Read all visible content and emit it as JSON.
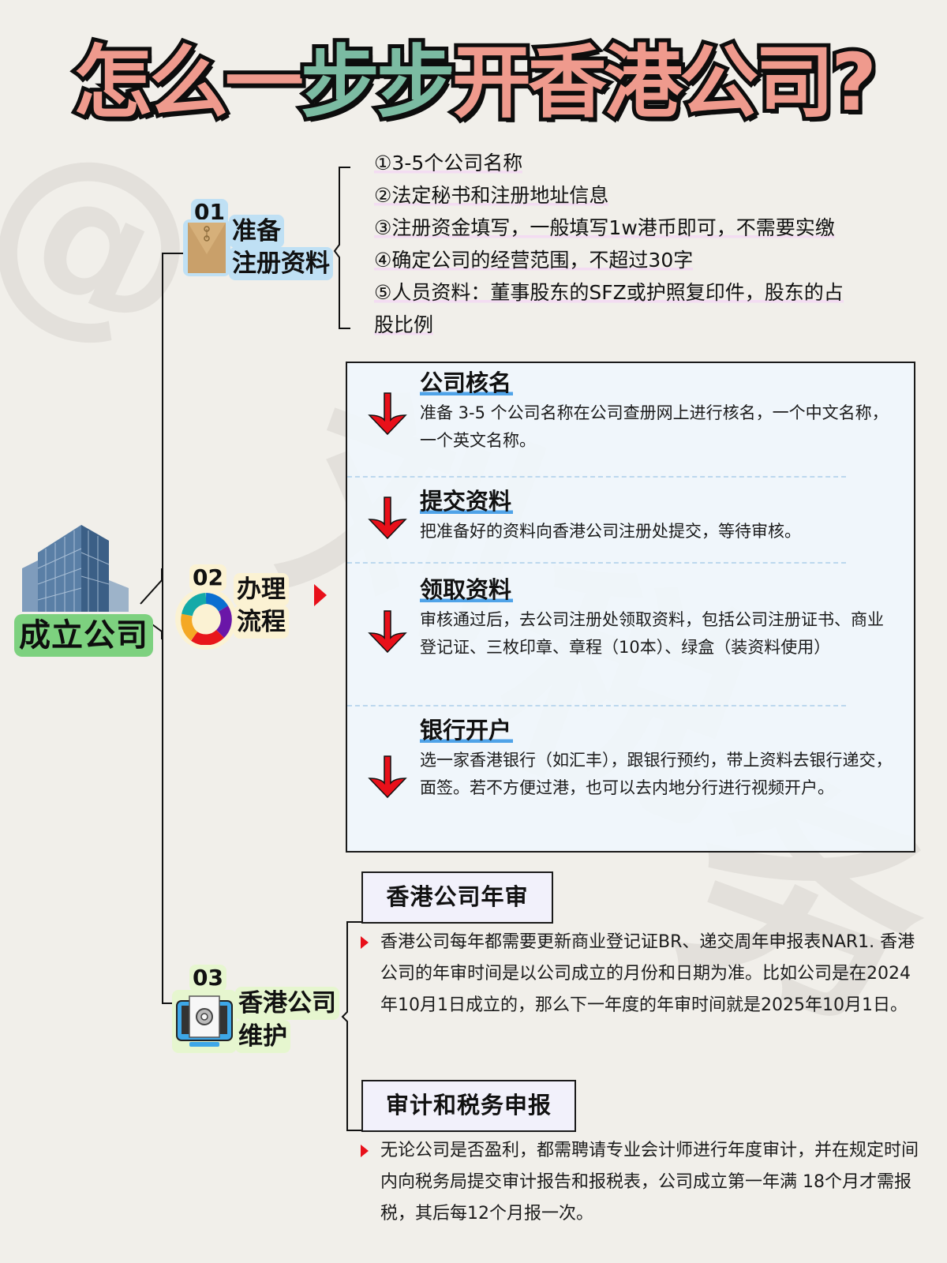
{
  "title": {
    "part1": "怎么一",
    "part2": "步步",
    "part3": "开香港公司?",
    "colors": {
      "pink": "#ef9a8d",
      "green": "#7bbba2",
      "outline": "#0d0d0d"
    }
  },
  "root": {
    "label": "成立公司",
    "icon": "office-building-image",
    "badge_color": "#7dd17f"
  },
  "sections": [
    {
      "number": "01",
      "label_line1": "准备",
      "label_line2": "注册资料",
      "icon": "document-envelope-icon",
      "glow_color": "#bfe0f4",
      "items": [
        "①3-5个公司名称",
        "②法定秘书和注册地址信息",
        "③注册资金填写，一般填写1w港币即可，不需要实缴",
        "④确定公司的经营范围，不超过30字",
        "⑤人员资料：董事股东的SFZ或护照复印件，股东的占",
        "股比例"
      ]
    },
    {
      "number": "02",
      "label_line1": "办理",
      "label_line2": "流程",
      "icon": "cycle-process-icon",
      "glow_color": "#fbf2d3",
      "steps": [
        {
          "title": "公司核名",
          "desc": "准备 3-5 个公司名称在公司查册网上进行核名，一个中文名称，一个英文名称。"
        },
        {
          "title": "提交资料",
          "desc": "把准备好的资料向香港公司注册处提交，等待审核。"
        },
        {
          "title": "领取资料",
          "desc": "审核通过后，去公司注册处领取资料，包括公司注册证书、商业登记证、三枚印章、章程（10本）、绿盒（装资料使用）"
        },
        {
          "title": "银行开户",
          "desc": "选一家香港银行（如汇丰），跟银行预约，带上资料去银行递交，面签。若不方便过港，也可以去内地分行进行视频开户。"
        }
      ]
    },
    {
      "number": "03",
      "label_line1": "香港公司",
      "label_line2": "维护",
      "icon": "computer-settings-icon",
      "glow_color": "#e6f6cf",
      "blocks": [
        {
          "title": "香港公司年审",
          "text": "香港公司每年都需要更新商业登记证BR、递交周年申报表NAR1. 香港公司的年审时间是以公司成立的月份和日期为准。比如公司是在2024年10月1日成立的，那么下一年度的年审时间就是2025年10月1日。"
        },
        {
          "title": "审计和税务申报",
          "text": "无论公司是否盈利，都需聘请专业会计师进行年度审计，并在规定时间内向税务局提交审计报告和报税表，公司成立第一年满 18个月才需报税，其后每12个月报一次。"
        }
      ]
    }
  ],
  "accent_colors": {
    "arrow_red": "#e8101a",
    "step_underline": "#4fa3e8",
    "list_highlight": "#f3dcf2"
  }
}
